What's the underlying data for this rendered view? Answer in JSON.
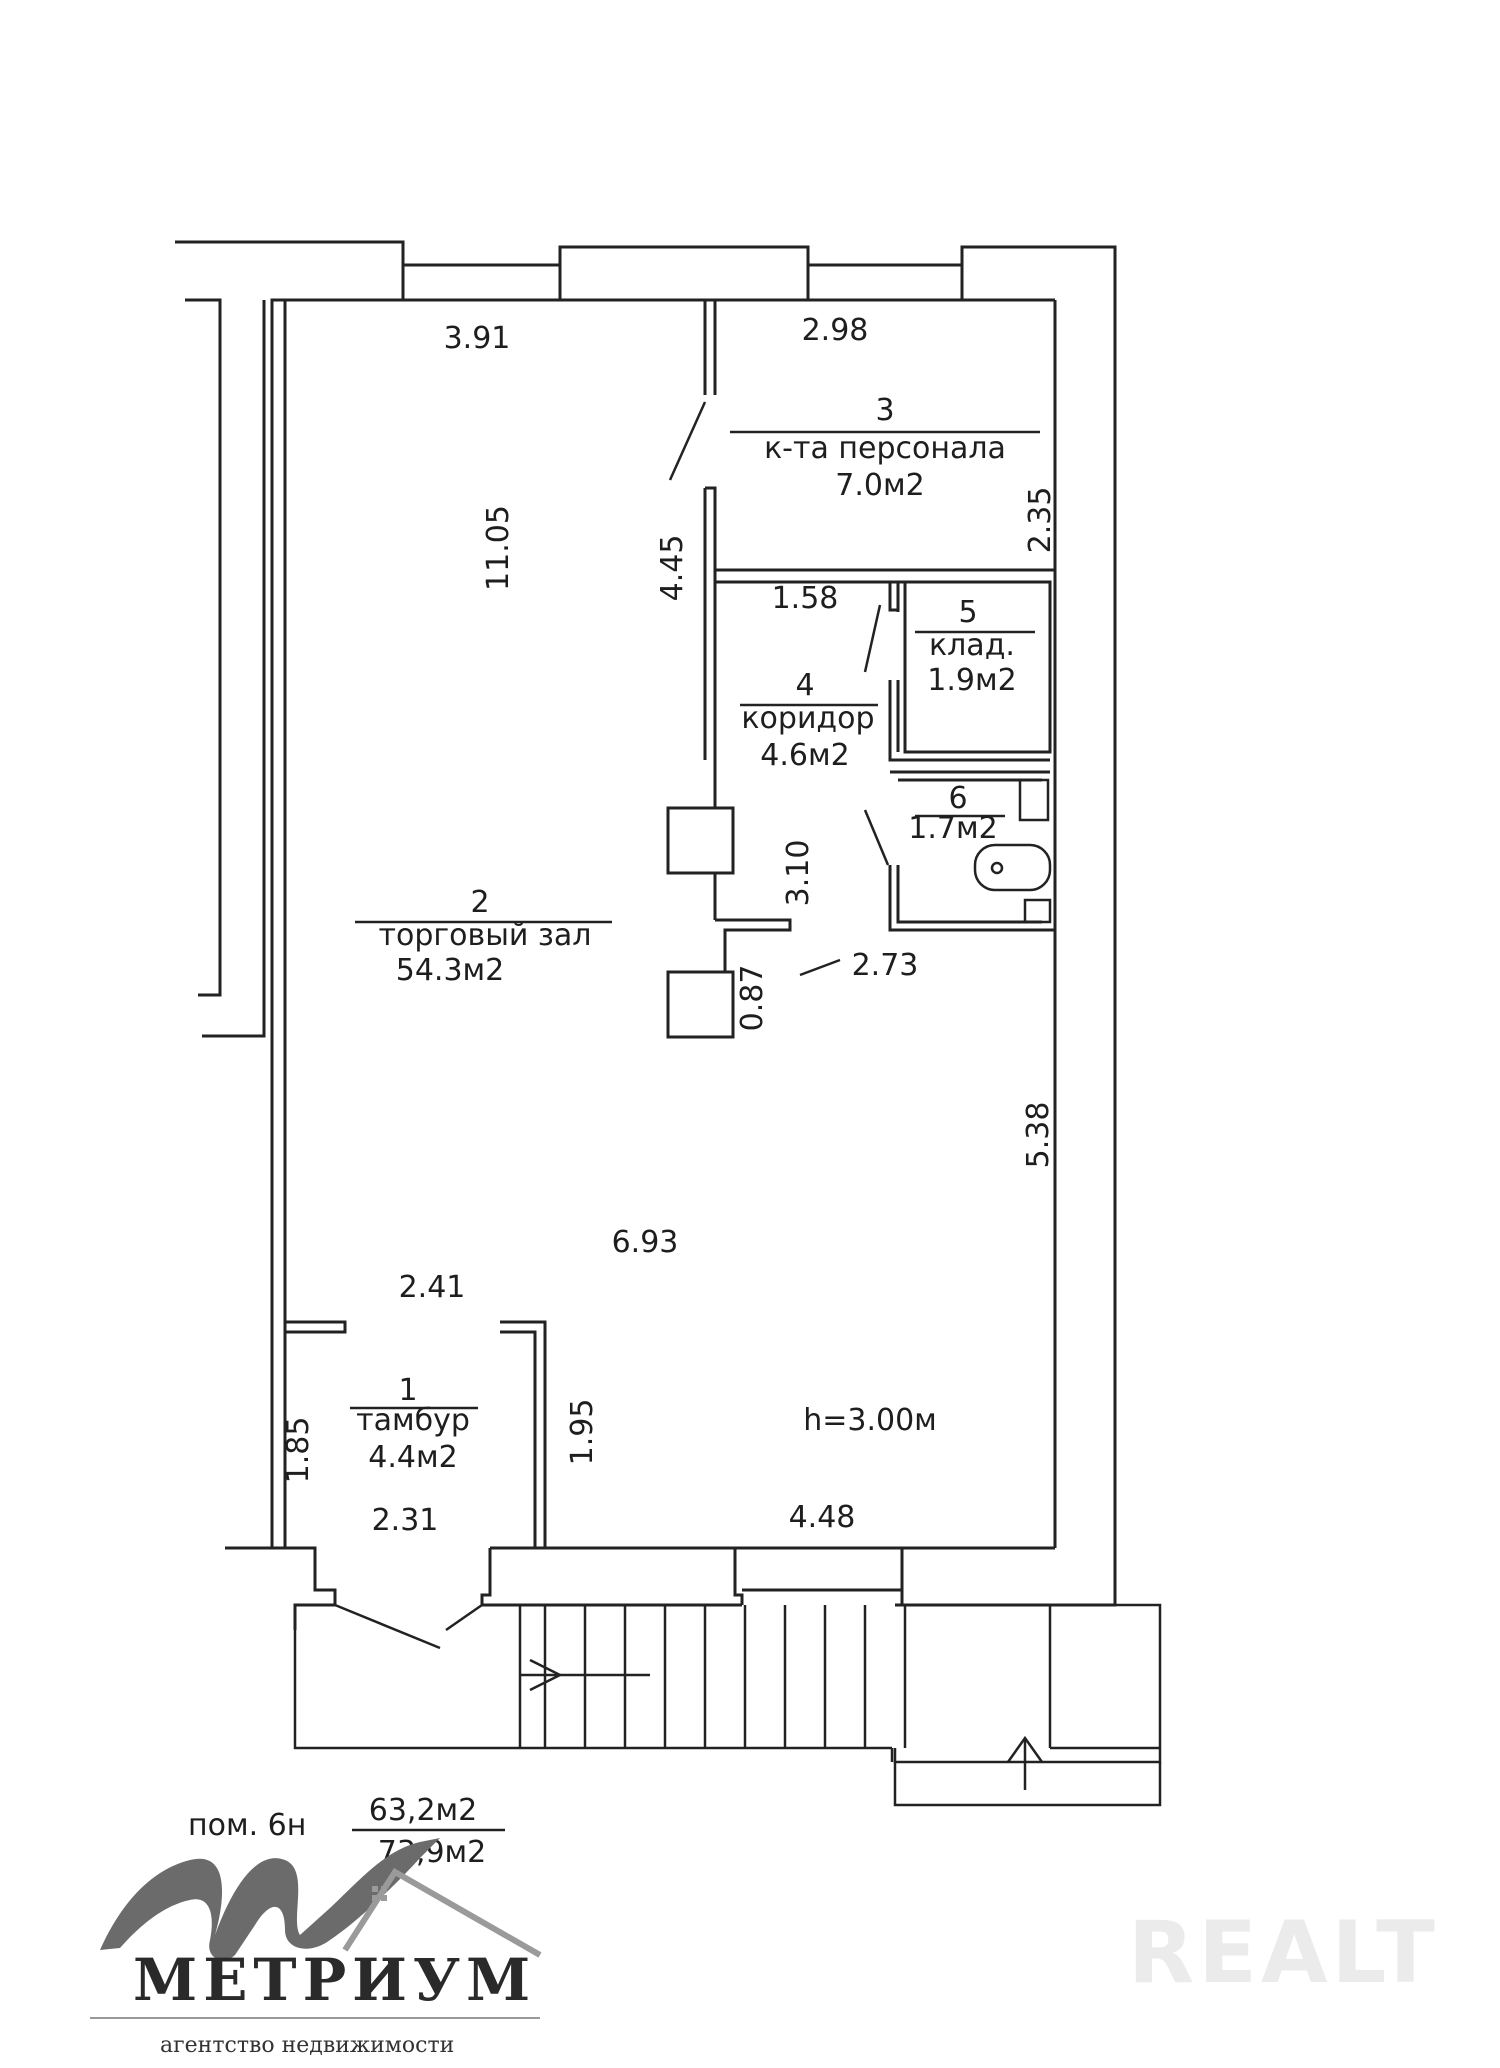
{
  "rooms": [
    {
      "number": "1",
      "name": "тамбур",
      "area": "4.4м2"
    },
    {
      "number": "2",
      "name": "торговый зал",
      "area": "54.3м2"
    },
    {
      "number": "3",
      "name": "к-та персонала",
      "area": "7.0м2"
    },
    {
      "number": "4",
      "name": "коридор",
      "area": "4.6м2"
    },
    {
      "number": "5",
      "name": "клад.",
      "area": "1.9м2"
    },
    {
      "number": "6",
      "name": "",
      "area": "1.7м2"
    }
  ],
  "dimensions": {
    "d_391": "3.91",
    "d_298": "2.98",
    "d_1105": "11.05",
    "d_445": "4.45",
    "d_235": "2.35",
    "d_158": "1.58",
    "d_310": "3.10",
    "d_087": "0.87",
    "d_273": "2.73",
    "d_538": "5.38",
    "d_693": "6.93",
    "d_241": "2.41",
    "d_195": "1.95",
    "d_185": "1.85",
    "d_231": "2.31",
    "d_448": "4.48"
  },
  "ceiling_height": "h=3.00м",
  "summary": {
    "label": "пом. 6н",
    "area_main": "63,2м2",
    "area_total": "73,9м2"
  },
  "branding": {
    "logo": "МЕТРИУМ",
    "tagline": "агентство недвижимости",
    "watermark": "REALT"
  }
}
